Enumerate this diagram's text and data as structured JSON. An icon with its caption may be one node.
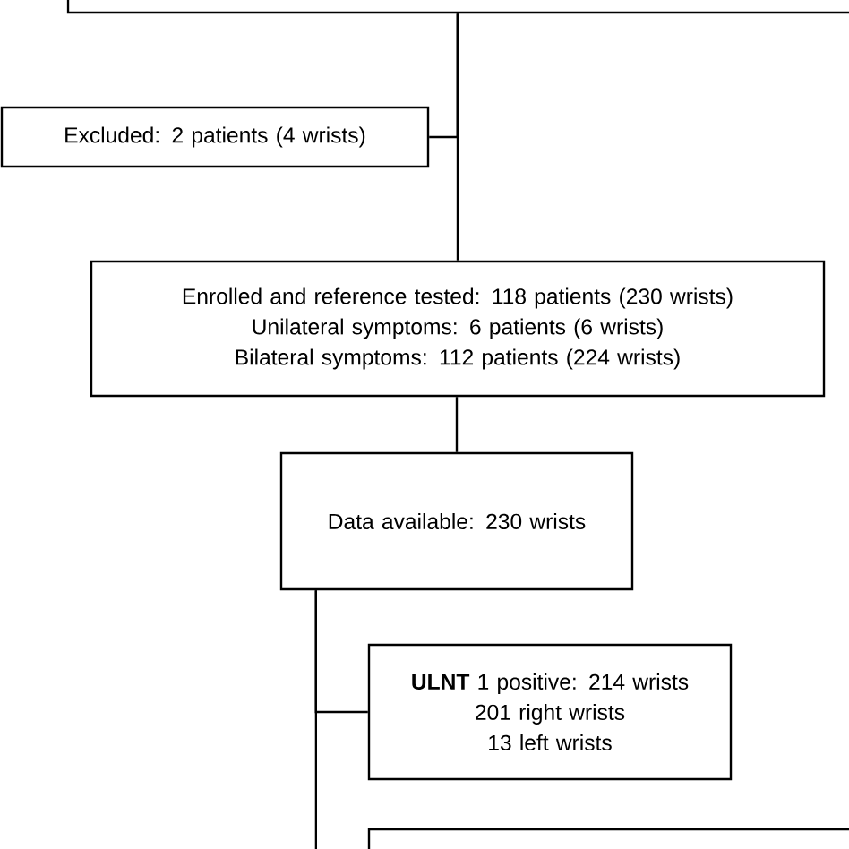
{
  "diagram": {
    "nodes": [
      {
        "text": [],
        "shape": "box"
      },
      {
        "text": [
          "Excluded:  2 patients (4 wrists)"
        ]
      },
      {
        "text": [
          "Enrolled and reference tested: 118 patients (230 wrists)",
          "Unilateral symptoms: 6 patients (6 wrists)",
          "Bilateral symptoms: 112 patients (224 wrists)"
        ]
      },
      {
        "text": [
          "Data available:  230 wrists"
        ]
      },
      {
        "text": [
          "**ULNT**  1 positive: 214 wrists",
          "201 right wrists",
          "13 left wrists"
        ]
      },
      {
        "text": [],
        "shape": "box"
      }
    ],
    "edges": [
      {
        "from": 0,
        "to": 1,
        "arrow": "none"
      },
      {
        "from": 0,
        "to": 2,
        "arrow": "none"
      },
      {
        "from": 2,
        "to": 3,
        "arrow": "none"
      },
      {
        "from": 3,
        "to": 4,
        "arrow": "none"
      },
      {
        "from": 3,
        "to": 5,
        "arrow": "none"
      }
    ]
  }
}
